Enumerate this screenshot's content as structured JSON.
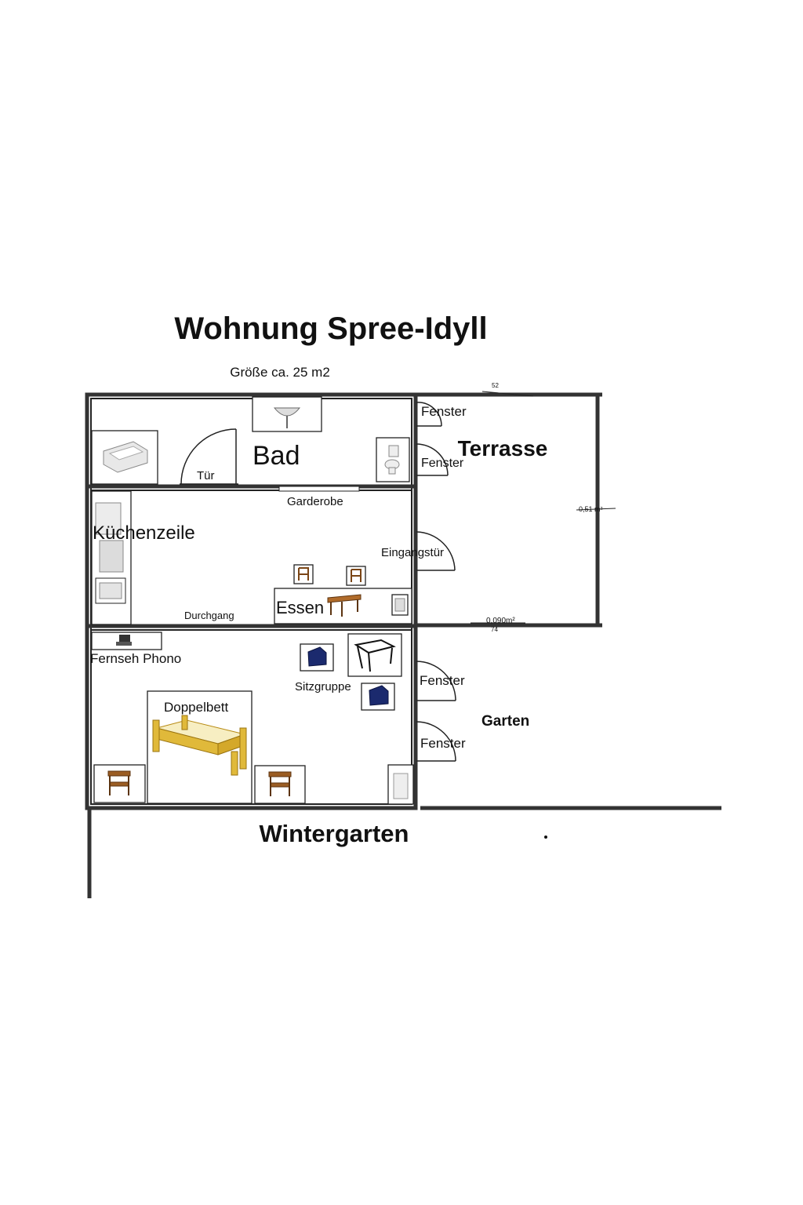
{
  "title": "Wohnung Spree-Idyll",
  "subtitle": "Größe ca. 25 m2",
  "rooms": {
    "bad": "Bad",
    "kuechenzeile": "Küchenzeile",
    "terrasse": "Terrasse",
    "garten": "Garten",
    "wintergarten": "Wintergarten",
    "essen": "Essen"
  },
  "labels": {
    "tuer": "Tür",
    "garderobe": "Garderobe",
    "eingangstuer": "Eingangstür",
    "durchgang": "Durchgang",
    "fernseh_phono": "Fernseh Phono",
    "sitzgruppe": "Sitzgruppe",
    "doppelbett": "Doppelbett",
    "fenster_1": "Fenster",
    "fenster_2": "Fenster",
    "fenster_3": "Fenster",
    "fenster_4": "Fenster"
  },
  "measurements": {
    "top_small_1": "52",
    "right_area": "0,51 m²",
    "bottom_area": "0,090m²",
    "bottom_small": "74"
  },
  "colors": {
    "bed_wood": "#e0b93a",
    "chair_wood": "#9b5d23",
    "armchair": "#1b2a6e",
    "sanitary": "#e8e8e8"
  }
}
